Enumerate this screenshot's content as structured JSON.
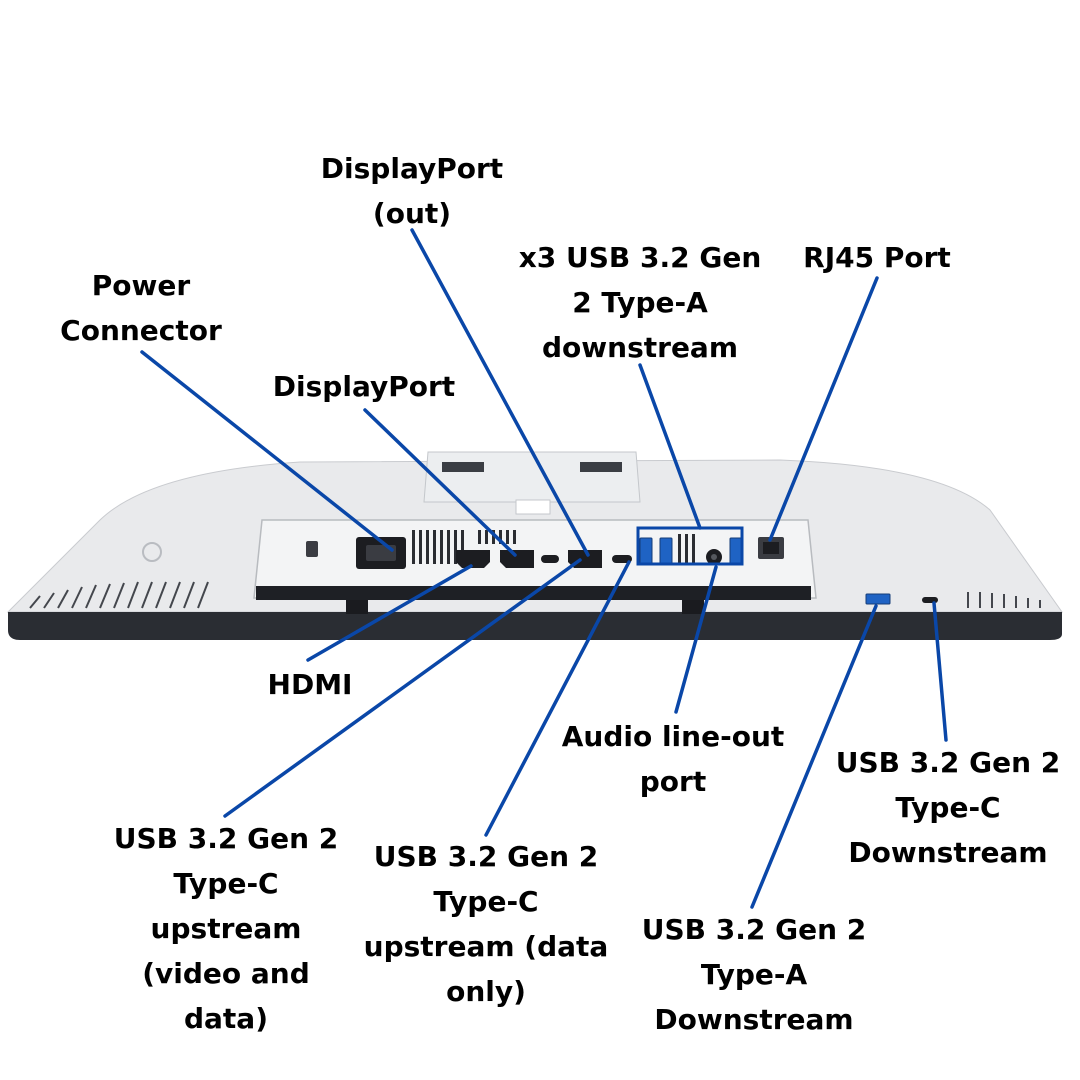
{
  "colors": {
    "leader_line": "#0a47a8",
    "label_text": "#000000",
    "monitor_shell": "#e9eaec",
    "monitor_base": "#2a2d33",
    "port_dark": "#1c1d21",
    "usb_blue": "#1f63c4"
  },
  "labels": {
    "displayport_out": [
      "DisplayPort",
      "(out)"
    ],
    "usb_a_x3": [
      "x3 USB 3.2 Gen",
      "2 Type-A",
      "downstream"
    ],
    "rj45": [
      "RJ45 Port"
    ],
    "power": [
      "Power",
      "Connector"
    ],
    "displayport": [
      "DisplayPort"
    ],
    "hdmi": [
      "HDMI"
    ],
    "audio": [
      "Audio line-out",
      "port"
    ],
    "usbc_down": [
      "USB 3.2 Gen 2",
      "Type-C",
      "Downstream"
    ],
    "usbc_up_video": [
      "USB 3.2 Gen 2",
      "Type-C",
      "upstream",
      "(video and",
      "data)"
    ],
    "usbc_up_data": [
      "USB 3.2 Gen 2",
      "Type-C",
      "upstream (data",
      "only)"
    ],
    "usba_down": [
      "USB 3.2 Gen 2",
      "Type-A",
      "Downstream"
    ]
  }
}
